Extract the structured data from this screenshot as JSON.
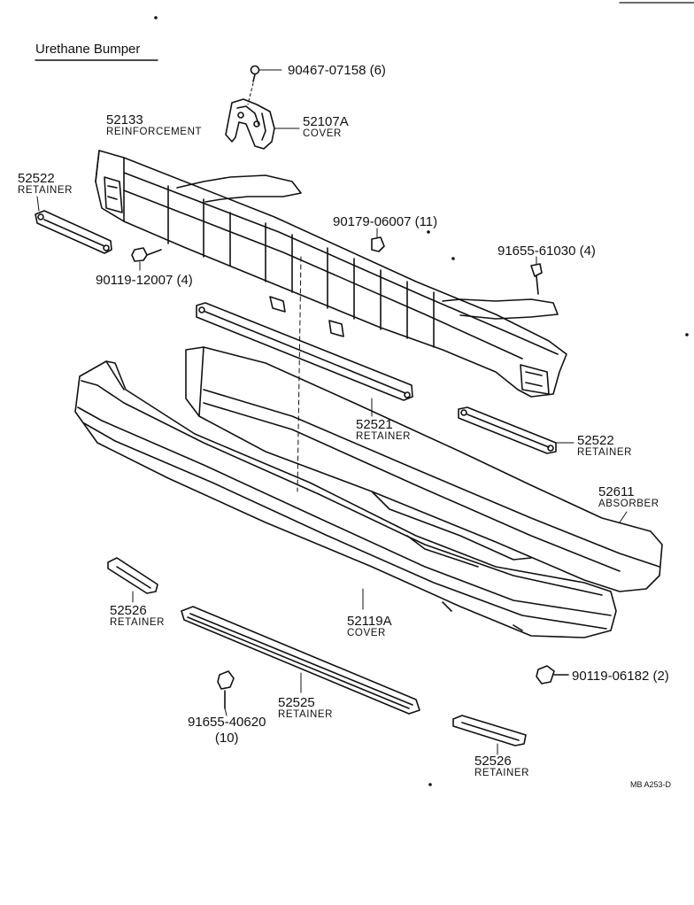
{
  "title": "Urethane Bumper",
  "labels": {
    "p90467": "90467-07158 (6)",
    "p52107a": "52107A",
    "p52107a_name": "COVER",
    "p52133": "52133",
    "p52133_name": "REINFORCEMENT",
    "p52522a": "52522",
    "p52522a_name": "RETAINER",
    "p90179": "90179-06007 (11)",
    "p91655_61030": "91655-61030 (4)",
    "p90119_12007": "90119-12007 (4)",
    "p52521": "52521",
    "p52521_name": "RETAINER",
    "p52522b": "52522",
    "p52522b_name": "RETAINER",
    "p52611": "52611",
    "p52611_name": "ABSORBER",
    "p52526a": "52526",
    "p52526a_name": "RETAINER",
    "p52119a": "52119A",
    "p52119a_name": "COVER",
    "p90119_06182": "90119-06182 (2)",
    "p91655_40620": "91655-40620",
    "p91655_40620_qty": "(10)",
    "p52525": "52525",
    "p52525_name": "RETAINER",
    "p52526b": "52526",
    "p52526b_name": "RETAINER",
    "drawing_code": "MB  A253-D"
  }
}
